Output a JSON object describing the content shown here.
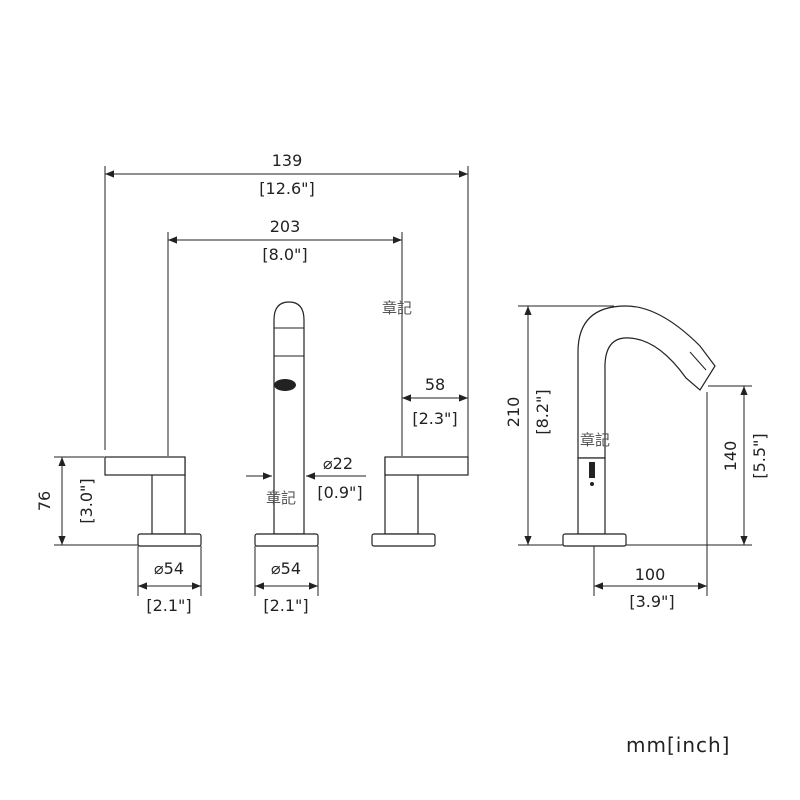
{
  "dimensions": {
    "overall_width": {
      "mm": "139",
      "inch": "[12.6\"]"
    },
    "handle_spacing": {
      "mm": "203",
      "inch": "[8.0\"]"
    },
    "handle_length": {
      "mm": "58",
      "inch": "[2.3\"]"
    },
    "spout_diameter": {
      "mm": "⌀22",
      "inch": "[0.9\"]"
    },
    "handle_height": {
      "mm": "76",
      "inch": "[3.0\"]"
    },
    "base_left": {
      "mm": "⌀54",
      "inch": "[2.1\"]"
    },
    "base_center": {
      "mm": "⌀54",
      "inch": "[2.1\"]"
    },
    "side_height": {
      "mm": "210",
      "inch": "[8.2\"]"
    },
    "outlet_height": {
      "mm": "140",
      "inch": "[5.5\"]"
    },
    "reach": {
      "mm": "100",
      "inch": "[3.9\"]"
    }
  },
  "stamps": [
    "章記",
    "章記",
    "章記"
  ],
  "units_label": "mm[inch]"
}
